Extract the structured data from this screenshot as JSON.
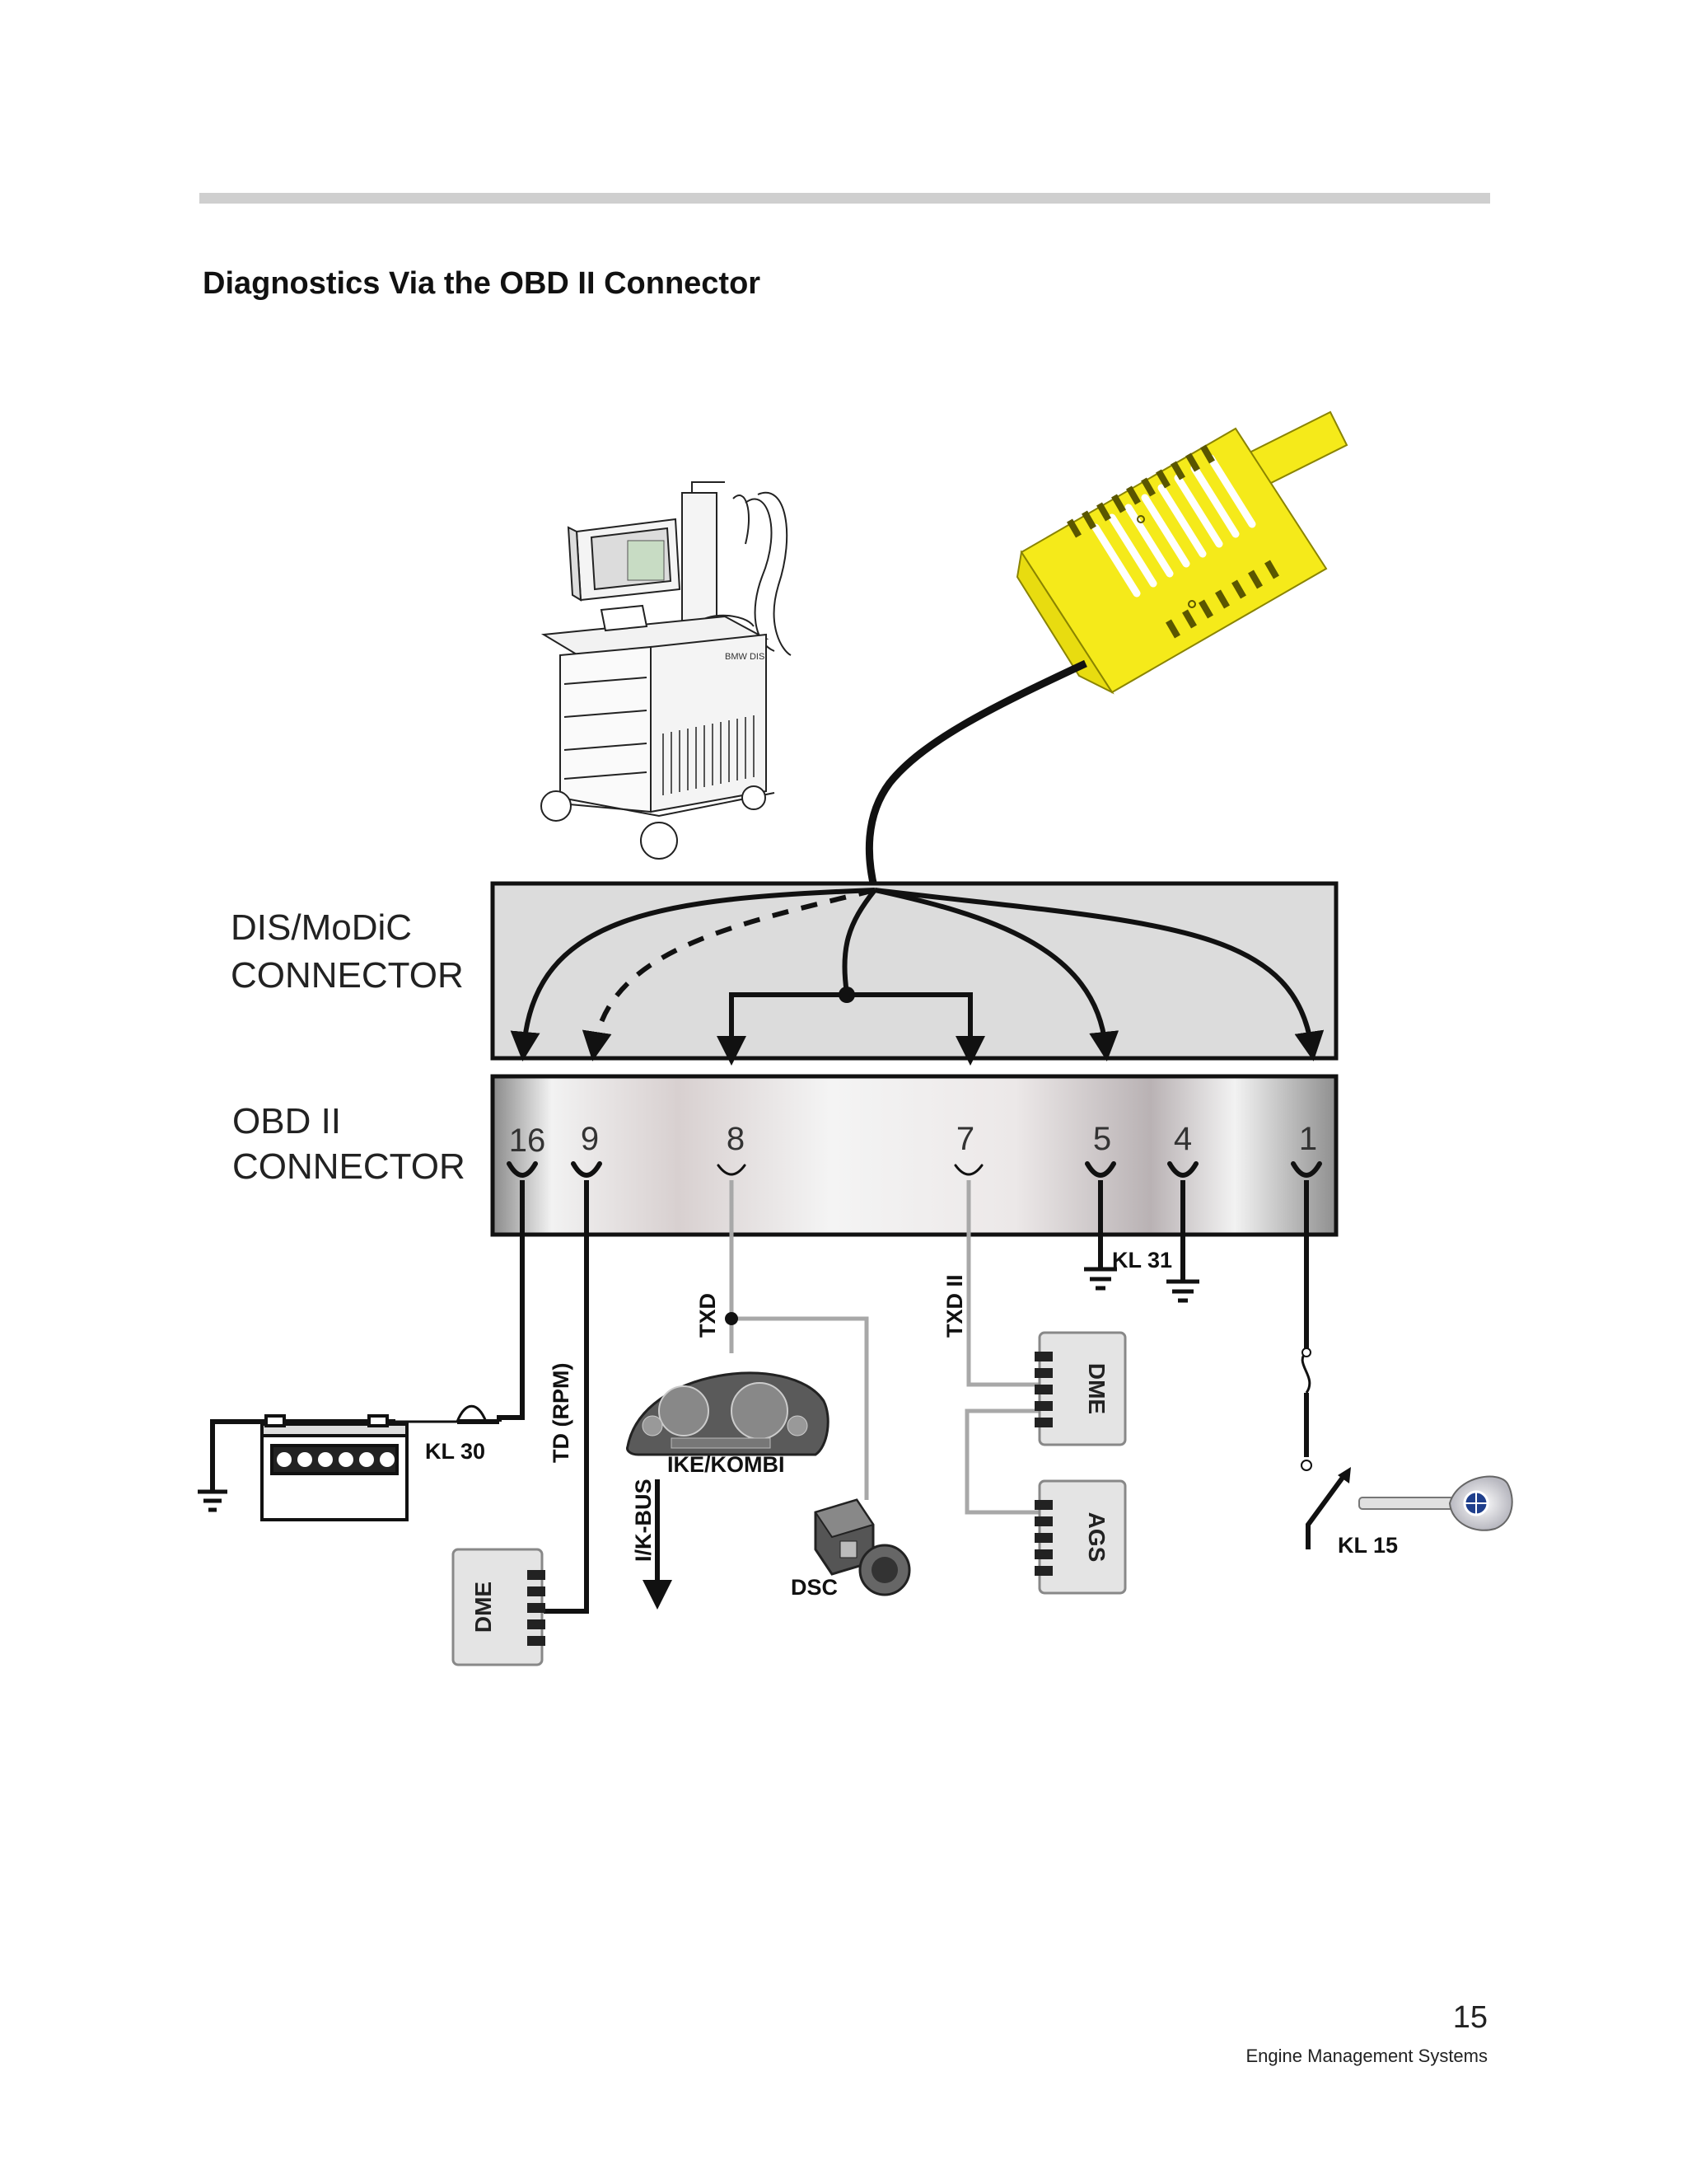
{
  "header": {
    "title": "Diagnostics Via the OBD II Connector"
  },
  "diagram": {
    "modic_label": [
      "DIS/MoDiC",
      "CONNECTOR"
    ],
    "obd_label": [
      "OBD II",
      "CONNECTOR"
    ],
    "pins": [
      "16",
      "9",
      "8",
      "7",
      "5",
      "4",
      "1"
    ],
    "tester_brand": "BMW DIS",
    "labels": {
      "kl31": "KL 31",
      "kl30": "KL 30",
      "kl15": "KL 15",
      "td_rpm": "TD (RPM)",
      "txd": "TXD",
      "txd2": "TXD II",
      "ike": "IKE/KOMBI",
      "ikbus": "I/K-BUS",
      "dsc": "DSC",
      "dme_left": "DME",
      "dme_right": "DME",
      "ags": "AGS"
    },
    "colors": {
      "connector_yellow": "#f5ea1a",
      "panel_gray": "#dcdcdc",
      "wire_gray": "#a8a8a8"
    }
  },
  "footer": {
    "page_number": "15",
    "section": "Engine Management Systems"
  }
}
